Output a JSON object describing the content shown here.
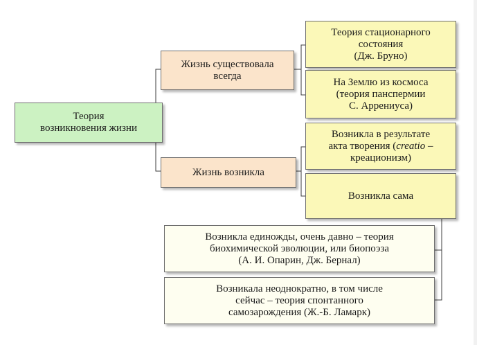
{
  "diagram": {
    "root": {
      "lines": [
        "Теория",
        "возникновения жизни"
      ]
    },
    "branches": [
      {
        "lines": [
          "Жизнь существовала",
          "всегда"
        ],
        "children": [
          {
            "lines": [
              "Теория стационарного",
              "состояния",
              "(Дж. Бруно)"
            ]
          },
          {
            "lines": [
              "На Землю из космоса",
              "(теория панспермии",
              "С. Аррениуса)"
            ]
          }
        ]
      },
      {
        "lines": [
          "Жизнь возникла"
        ],
        "children": [
          {
            "lines": [
              "Возникла в результате"
            ],
            "line2_prefix": "акта творения (",
            "line2_italic": "creatio",
            "line2_suffix": " –",
            "line3": "креационизм)"
          },
          {
            "lines": [
              "Возникла сама"
            ],
            "children": [
              {
                "lines": [
                  "Возникла единожды, очень давно – теория",
                  "биохимической эволюции, или биопоэза",
                  "(А. И. Опарин, Дж. Бернал)"
                ]
              },
              {
                "lines": [
                  "Возникала неоднократно, в том числе",
                  "сейчас – теория спонтанного",
                  "самозарождения (Ж.-Б. Ламарк)"
                ]
              }
            ]
          }
        ]
      }
    ],
    "colors": {
      "root": "#ccf2c2",
      "branch": "#fbe4cb",
      "leaf": "#fbf8b8",
      "sub_leaf": "#fefef0",
      "connector": "#3c3c3c",
      "border": "#6e6e6e"
    }
  }
}
